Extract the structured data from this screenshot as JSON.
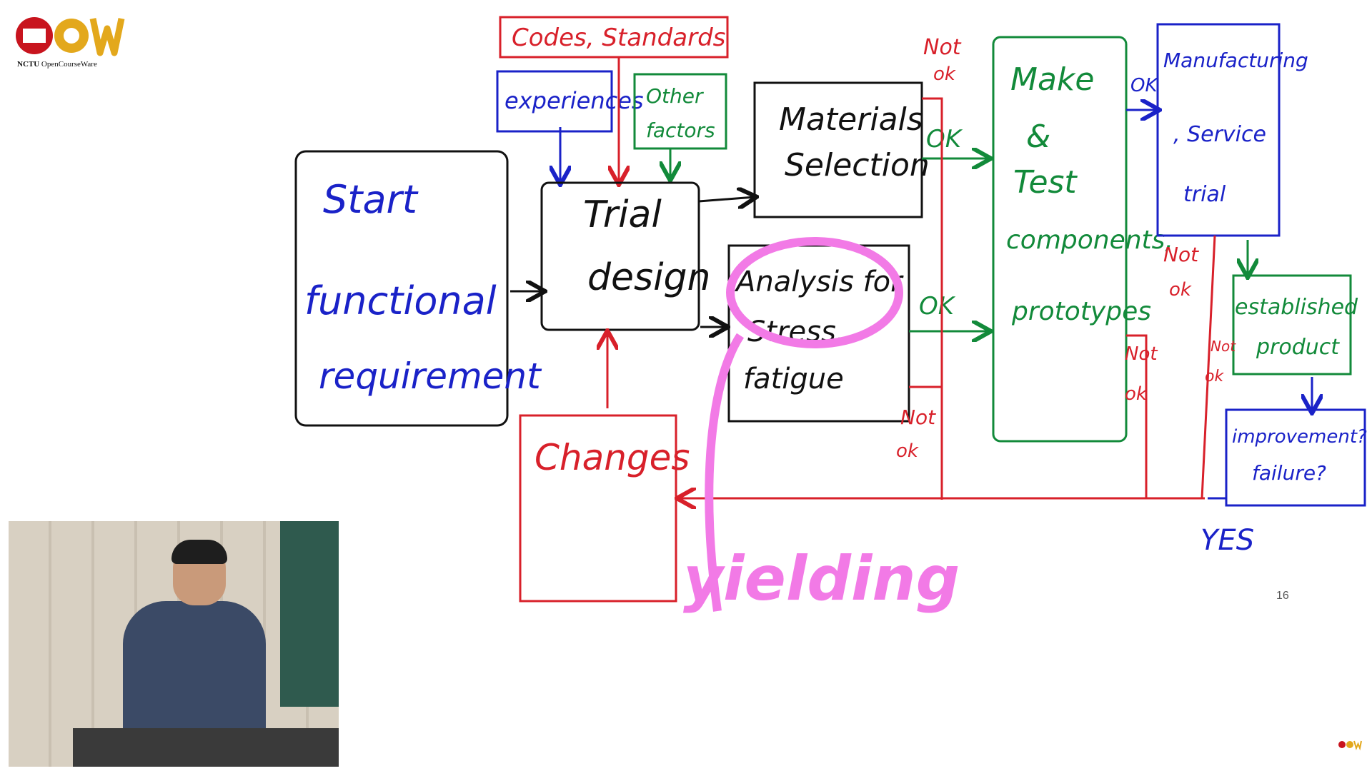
{
  "logo": {
    "brand": "OCW",
    "caption_bold": "NCTU",
    "caption_rest": " OpenCourseWare"
  },
  "page_number": "16",
  "boxes": {
    "codes": "Codes, Standards",
    "experiences": "experiences",
    "other_factors": [
      "Other",
      "factors"
    ],
    "start": [
      "Start",
      "functional",
      "requirement"
    ],
    "trial_design": [
      "Trial",
      "design"
    ],
    "materials_selection": [
      "Materials",
      "Selection"
    ],
    "analysis": [
      "Analysis for",
      "Stress,",
      "fatigue"
    ],
    "changes": "Changes",
    "make_test": [
      "Make",
      "&",
      "Test",
      "components,",
      "prototypes"
    ],
    "manufacturing": [
      "Manufacturing",
      ", Service",
      "trial"
    ],
    "established": [
      "established",
      "product"
    ],
    "improvement": [
      "improvement?",
      "failure?"
    ]
  },
  "labels": {
    "not_ok": [
      "Not",
      "ok"
    ],
    "ok": "OK",
    "ok_small": "OK",
    "yes": "YES",
    "yielding": "yielding"
  },
  "colors": {
    "black": "#111111",
    "blue": "#1a22c8",
    "green": "#128a3a",
    "red": "#d8202a",
    "pink": "#f27ae6"
  },
  "icons": [
    "ocw-logo-icon",
    "presenter-video",
    "ocw-mini-icon"
  ]
}
